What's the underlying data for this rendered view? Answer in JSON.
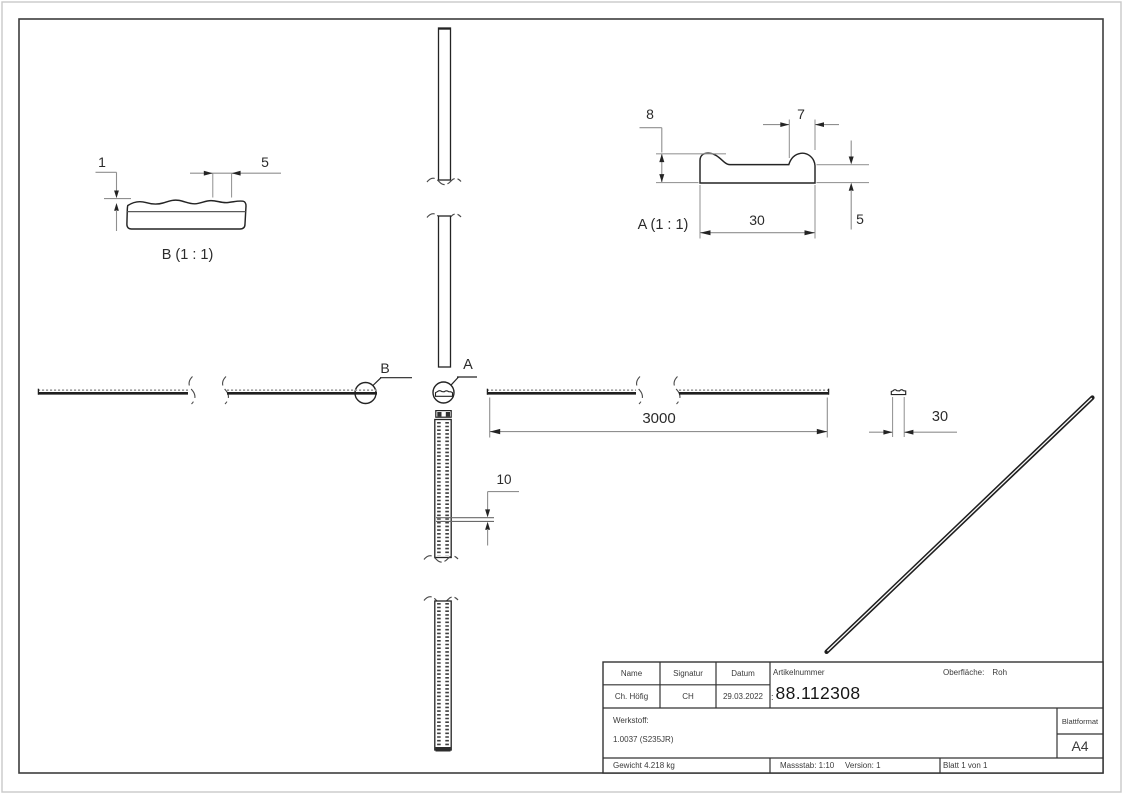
{
  "drawing": {
    "detail_b_label": "B (1 : 1)",
    "detail_a_label": "A (1 : 1)",
    "marker_a": "A",
    "marker_b": "B",
    "dim_b_ridge_height": "1",
    "dim_b_ridge_spacing": "5",
    "dim_a_height": "8",
    "dim_a_rib_width": "7",
    "dim_a_width": "30",
    "dim_a_thickness": "5",
    "dim_length": "3000",
    "dim_end_width": "30",
    "dim_rib_pitch": "10"
  },
  "title_block": {
    "name_label": "Name",
    "signatur_label": "Signatur",
    "datum_label": "Datum",
    "name_value": "Ch. Höfig",
    "signatur_value": "CH",
    "datum_value": "29.03.2022",
    "artikelnummer_label": "Artikelnummer",
    "artikelnummer_mark": ":",
    "artikelnummer_value": "88.112308",
    "oberflaeche_label": "Oberfläche:",
    "oberflaeche_value": "Roh",
    "werkstoff_label": "Werkstoff:",
    "werkstoff_value": "1.0037 (S235JR)",
    "gewicht_value": "Gewicht 4.218 kg",
    "massstab_value": "Massstab: 1:10",
    "version_value": "Version: 1",
    "blatt_value": "Blatt 1 von 1",
    "blattformat_label": "Blattformat",
    "blattformat_value": "A4"
  }
}
